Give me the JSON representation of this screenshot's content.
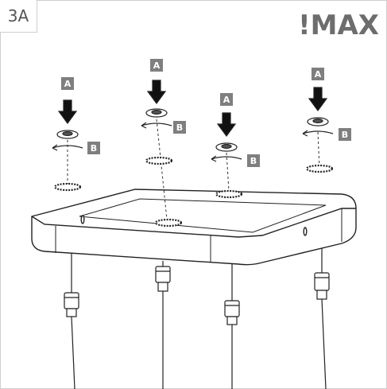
{
  "step": {
    "number": "3A"
  },
  "brand": {
    "logo_text": "!MAX"
  },
  "labels": {
    "a": "A",
    "b": "B"
  },
  "colors": {
    "line": "#222222",
    "label_bg": "#7f7f7f",
    "frame": "#cfcfcf"
  }
}
